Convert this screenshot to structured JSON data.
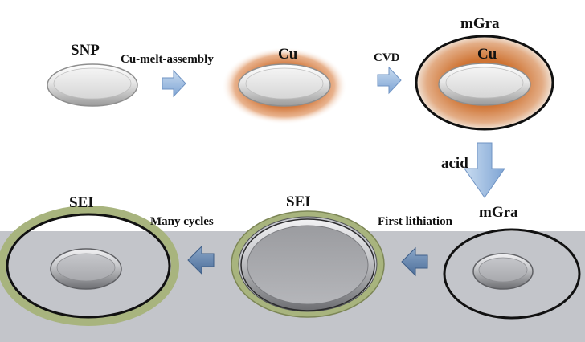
{
  "steps": {
    "snp_label": "SNP",
    "assembly_label": "Cu-melt-assembly",
    "cu_label_1": "Cu",
    "cvd_label": "CVD",
    "mgra_label_top": "mGra",
    "cu_label_2": "Cu",
    "acid_label": "acid",
    "mgra_label_bottom": "mGra",
    "first_lithiation_label": "First lithiation",
    "sei_label_middle": "SEI",
    "many_cycles_label": "Many cycles",
    "sei_label_left": "SEI"
  },
  "colors": {
    "copper": "#d2783c",
    "arrow_blue": "#8fb3dc",
    "sei_green": "#a8b47e",
    "panel_gray": "#c3c5ca"
  }
}
